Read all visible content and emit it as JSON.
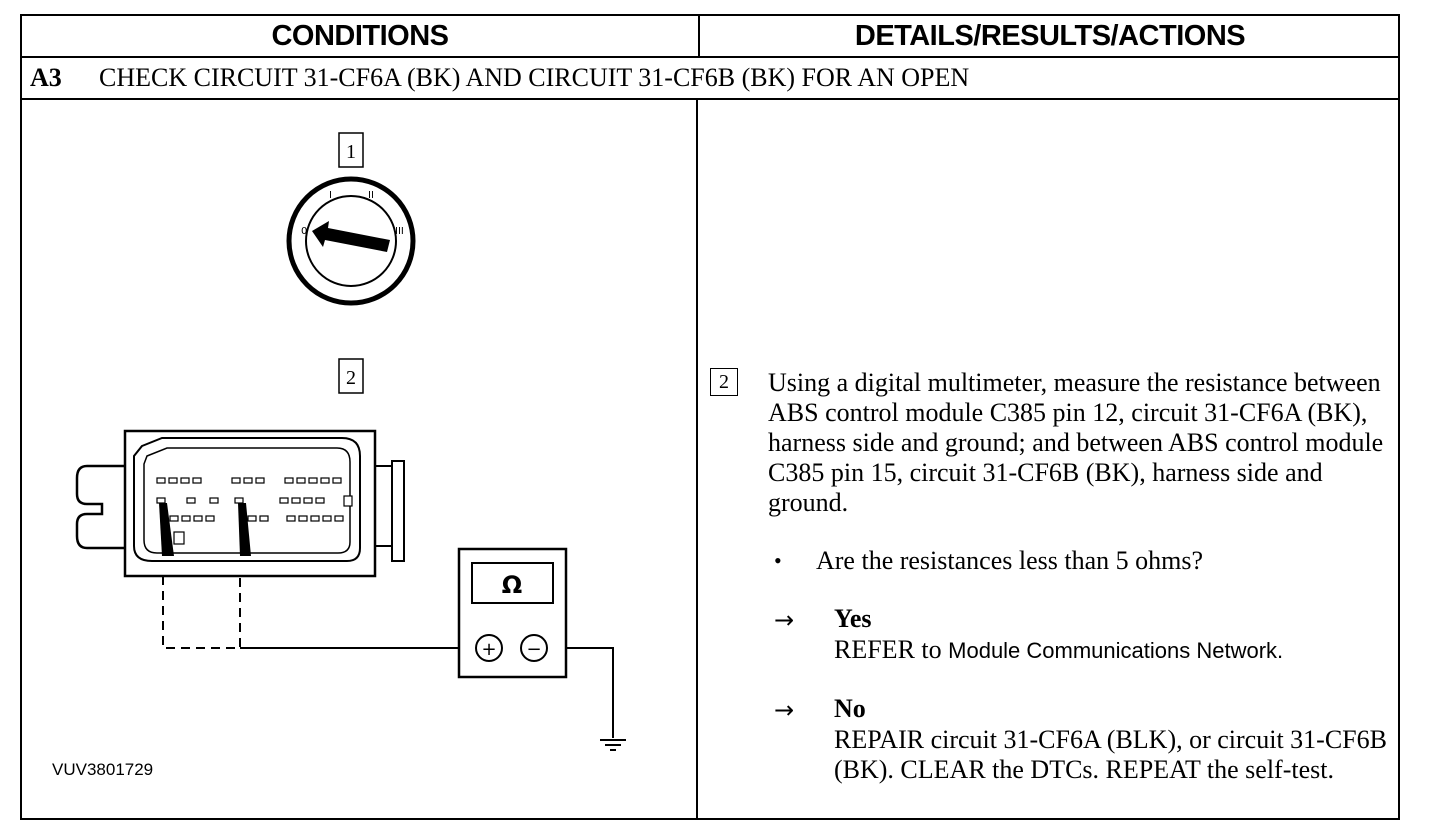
{
  "header": {
    "left": "CONDITIONS",
    "right": "DETAILS/RESULTS/ACTIONS"
  },
  "step": {
    "id": "A3",
    "title": "CHECK CIRCUIT 31-CF6A (BK) AND CIRCUIT 31-CF6B (BK) FOR AN OPEN"
  },
  "figure": {
    "callout_1": "1",
    "callout_2": "2",
    "ignition_positions": [
      "0",
      "I",
      "II",
      "III"
    ],
    "meter_symbol": "Ω",
    "plus": "+",
    "minus": "−",
    "code": "VUV3801729"
  },
  "details": {
    "step_number": "2",
    "instruction": "Using a digital multimeter, measure the resistance between ABS control module C385 pin 12, circuit 31-CF6A (BK), harness side and ground; and between ABS control module C385 pin 15, circuit 31-CF6B (BK), harness side and  ground.",
    "bullet": "•",
    "question": "Are the resistances less than 5 ohms?",
    "arrow": "→",
    "yes_label": "Yes",
    "yes_action_prefix": "REFER to",
    "yes_action_link": "Module Communications Network.",
    "no_label": "No",
    "no_action": "REPAIR circuit 31-CF6A (BLK), or circuit 31-CF6B (BK). CLEAR the DTCs. REPEAT the self-test."
  }
}
